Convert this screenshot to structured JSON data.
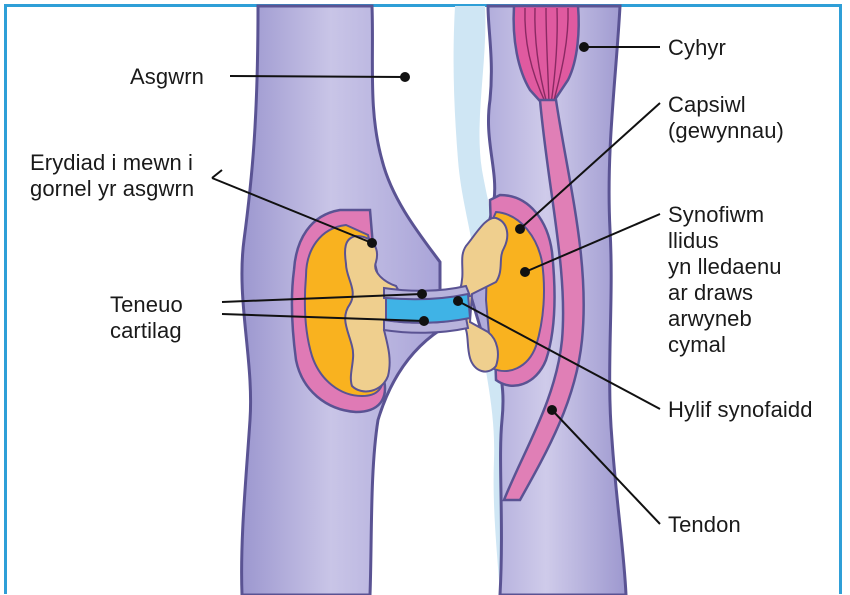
{
  "labels": {
    "asgwrn": "Asgwrn",
    "erydiad": "Erydiad i mewn i\ngornel yr asgwrn",
    "teneuo": "Teneuo\ncartilag",
    "cyhyr": "Cyhyr",
    "capsiwl": "Capsiwl\n(gewynnau)",
    "synofiwm": "Synofiwm\nllidus\nyn lledaenu\nar draws\narwyneb\ncymal",
    "hylif": "Hylif synofaidd",
    "tendon": "Tendon"
  },
  "colors": {
    "frame": "#2f9fd7",
    "bone": "#b8b3dc",
    "capsule": "#df7ab5",
    "synovium": "#f9b21f",
    "cartilage_erosion": "#efcf8e",
    "synovial_fluid": "#3fb3e6",
    "muscle": "#e05aa0",
    "fluid_light": "#cfe6f4"
  }
}
